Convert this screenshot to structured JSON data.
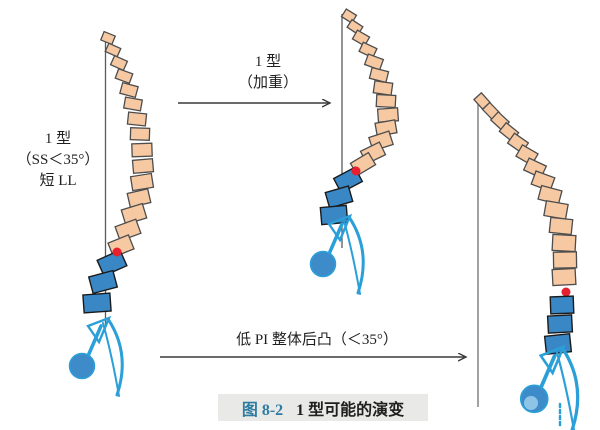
{
  "colors": {
    "vertebra-tan": "#f6c9a2",
    "vertebra-tan-stroke": "#4d4d4d",
    "vertebra-blue": "#3987c5",
    "vertebra-blue-stroke": "#1b1b1b",
    "pelvis-blue": "#2b9fd8",
    "femoral-head-blue": "#3d8cc9",
    "femoral-head-light": "#8ec4e6",
    "marker-red": "#e6202e",
    "plumb-line": "#5a5a5a",
    "plumb-line-light": "#8a8a8a",
    "arrow": "#3a3a3a",
    "caption-accent": "#2e7ca2",
    "caption-bg": "#e9e9e7",
    "text": "#1f1f1f"
  },
  "labels": {
    "stage1": {
      "line1": "1 型",
      "line2": "（SS＜35°）",
      "line3": "短 LL"
    },
    "arrow_top": {
      "line1": "1 型",
      "line2": "（加重）"
    },
    "arrow_bottom": "低 PI 整体后凸（＜35°）"
  },
  "caption": {
    "figure_number": "图 8-2",
    "title": "1 型可能的演变"
  }
}
